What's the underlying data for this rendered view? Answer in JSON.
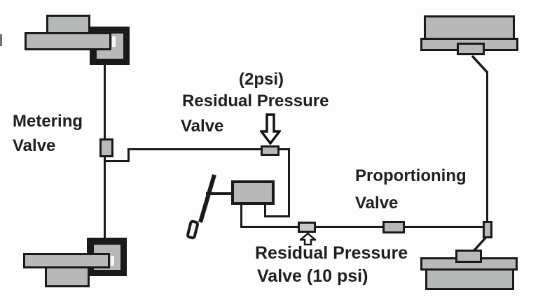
{
  "diagram": {
    "title": "Brake hydraulic system valve diagram",
    "colors": {
      "background": "#fdfdfd",
      "line": "#1a1a1a",
      "component_fill": "#b7b9b8",
      "text": "#1f1f1f"
    },
    "labels": {
      "metering_valve": {
        "line1": "Metering",
        "line2": "Valve"
      },
      "residual_2psi": {
        "psi": "(2psi)",
        "line1": "Residual Pressure",
        "line2": "Valve"
      },
      "proportioning_valve": {
        "line1": "Proportioning",
        "line2": "Valve"
      },
      "residual_10psi": {
        "line1": "Residual Pressure",
        "line2": "Valve (10 psi)"
      }
    },
    "components": {
      "front_left_disc_brake": "disc brake (top left)",
      "rear_left_disc_brake": "disc brake (bottom left)",
      "metering_valve": "metering valve",
      "residual_pressure_valve_2psi": "residual pressure valve (2 psi)",
      "master_cylinder": "master cylinder",
      "brake_pedal": "brake pedal",
      "residual_pressure_valve_10psi": "residual pressure valve (10 psi)",
      "proportioning_valve": "proportioning valve",
      "junction_fitting": "line junction fitting",
      "top_right_drum_brake": "drum brake (top right)",
      "bottom_right_drum_brake": "drum brake (bottom right)"
    }
  }
}
